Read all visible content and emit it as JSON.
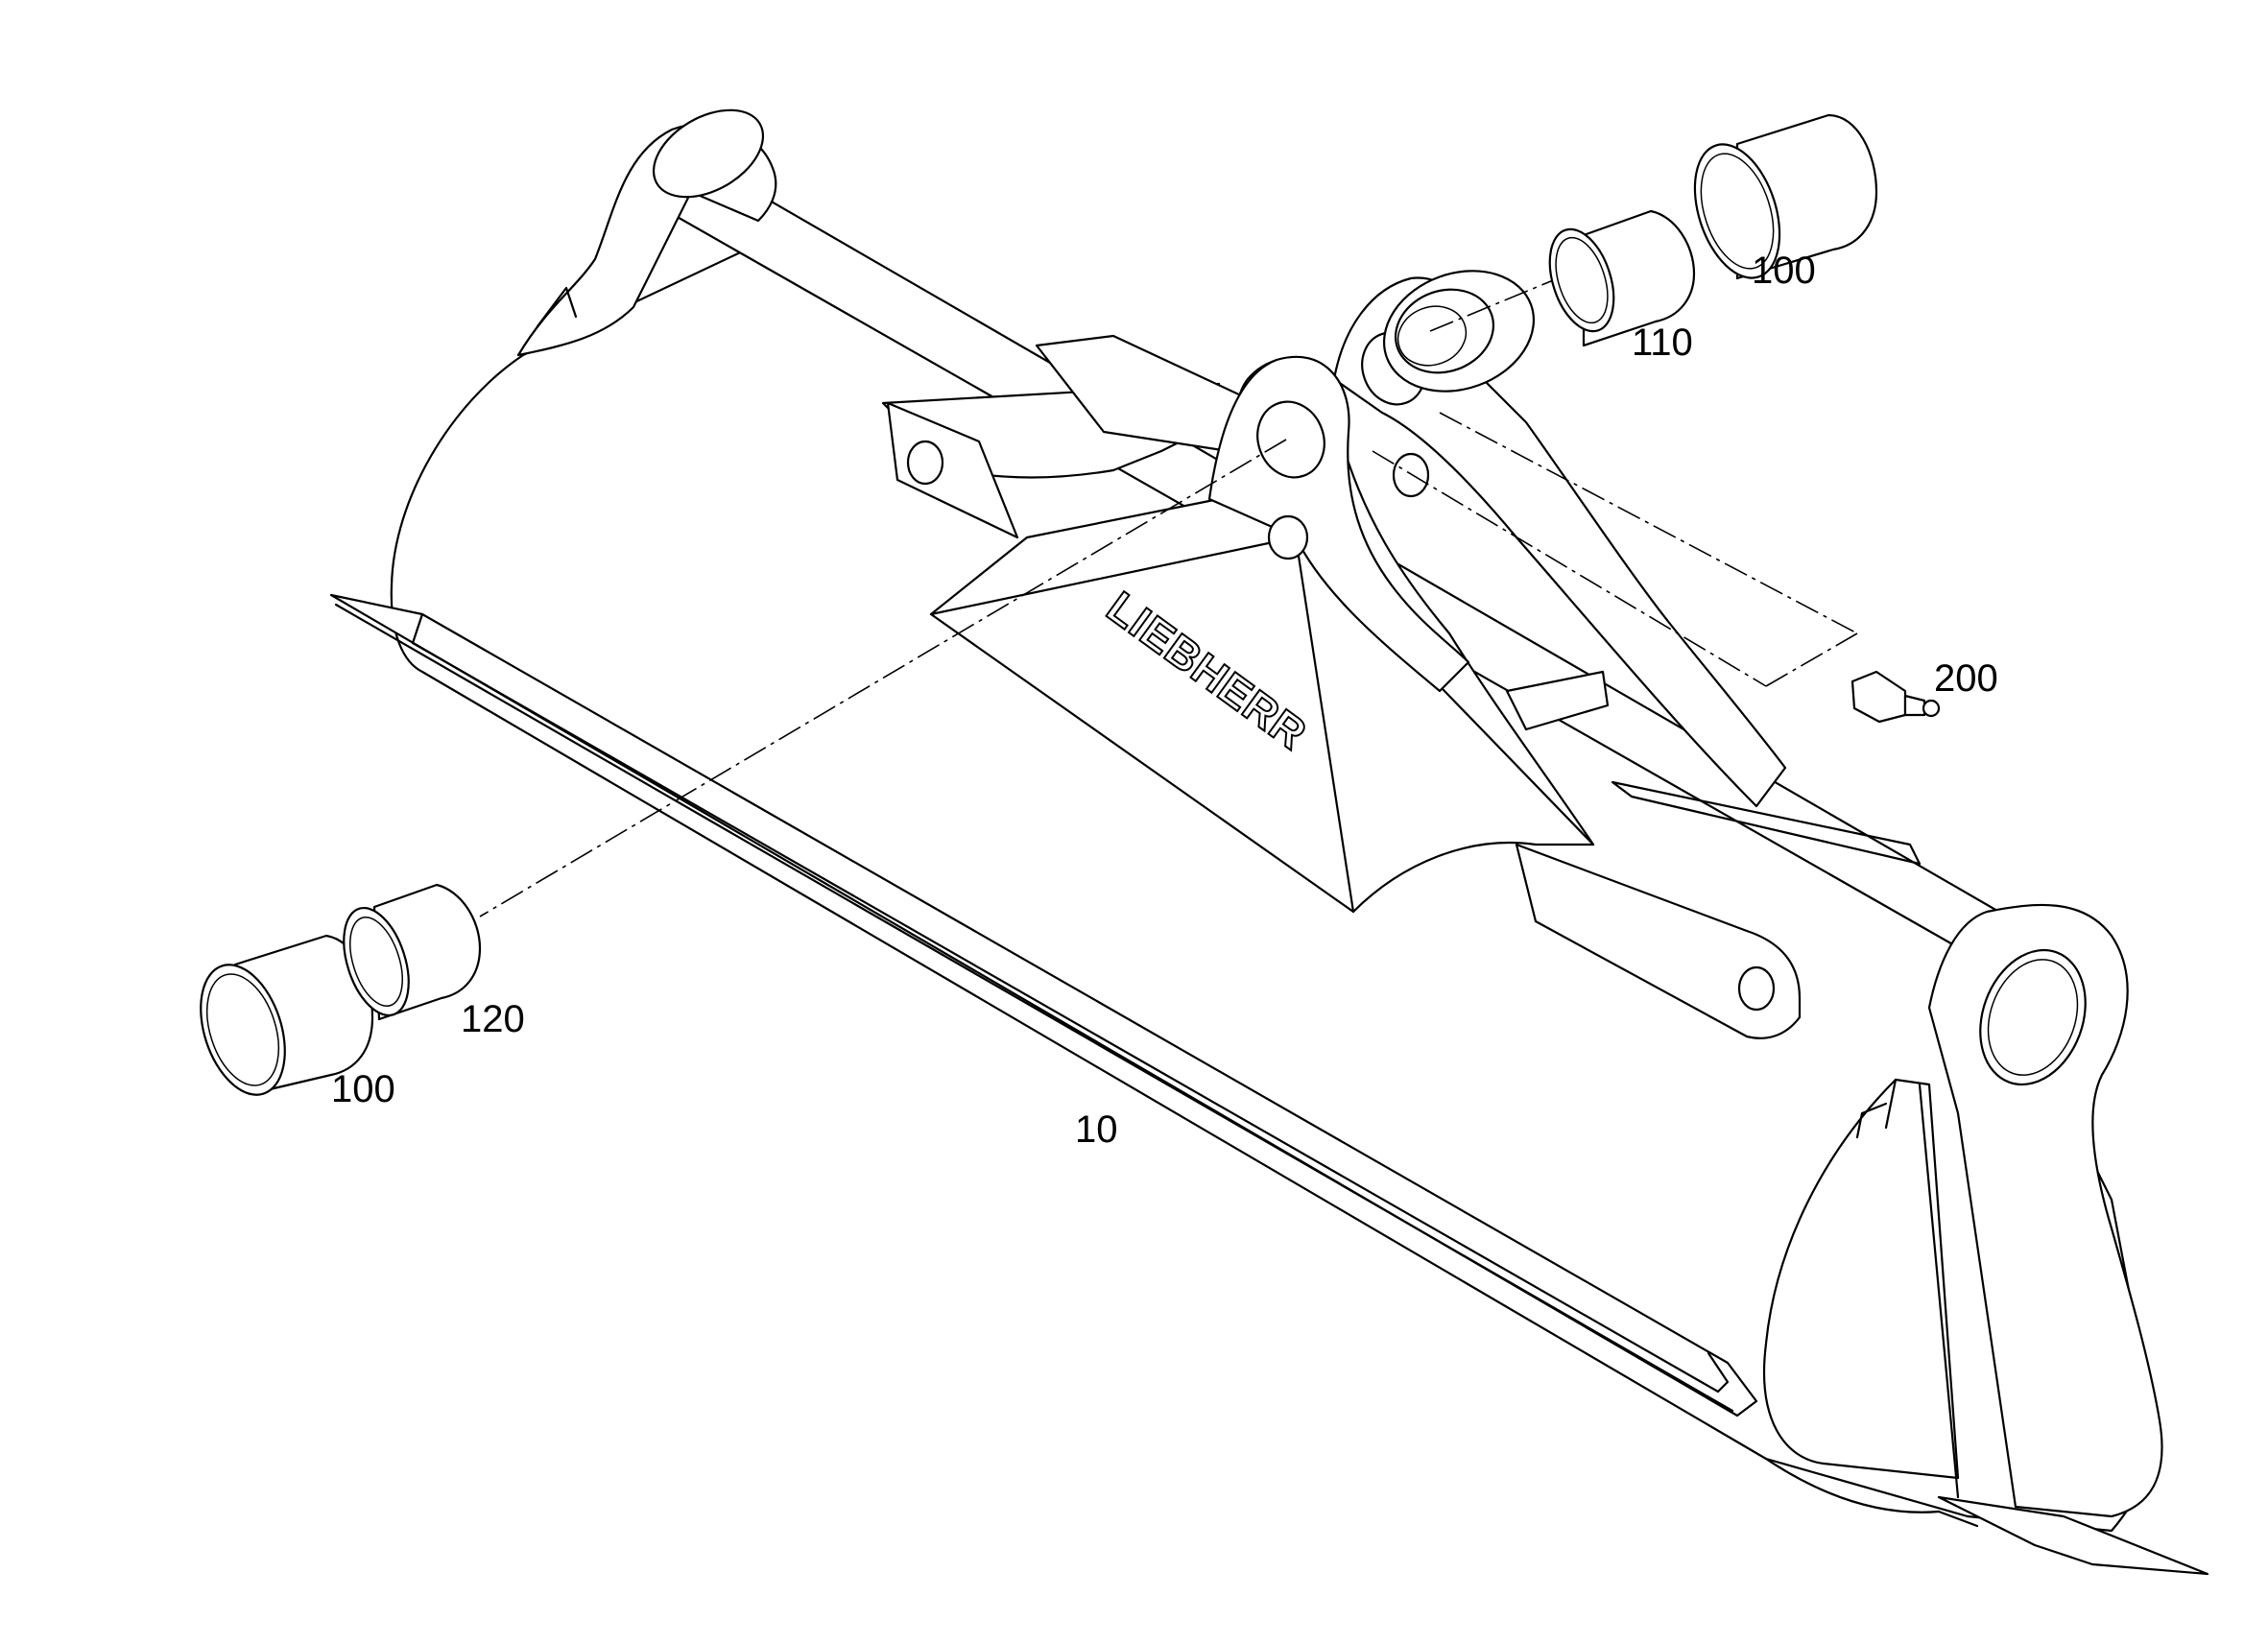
{
  "diagram": {
    "logo_text": "LIEBHERR",
    "callouts": {
      "bucket": "10",
      "bushing_top": "100",
      "bushing_left": "100",
      "spacer_top": "110",
      "spacer_left": "120",
      "grease_nipple": "200"
    },
    "colors": {
      "stroke": "#000000",
      "background": "#ffffff"
    }
  }
}
